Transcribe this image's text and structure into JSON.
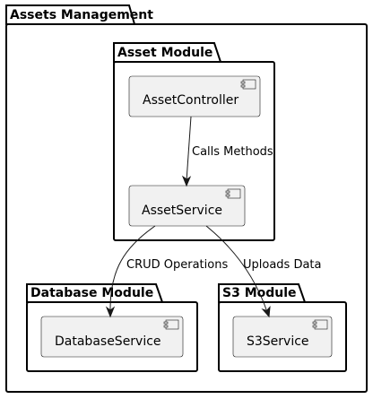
{
  "packages": {
    "assets_management": {
      "title": "Assets Management"
    },
    "asset_module": {
      "title": "Asset Module"
    },
    "database_module": {
      "title": "Database Module"
    },
    "s3_module": {
      "title": "S3 Module"
    }
  },
  "components": {
    "asset_controller": {
      "label": "AssetController"
    },
    "asset_service": {
      "label": "AssetService"
    },
    "database_service": {
      "label": "DatabaseService"
    },
    "s3_service": {
      "label": "S3Service"
    }
  },
  "edges": {
    "controller_to_service": {
      "label": "Calls Methods"
    },
    "service_to_database": {
      "label": "CRUD Operations"
    },
    "service_to_s3": {
      "label": "Uploads Data"
    }
  },
  "colors": {
    "package_border": "#000000",
    "component_fill": "#f1f1f1",
    "component_border": "#181818",
    "edge": "#181818"
  }
}
